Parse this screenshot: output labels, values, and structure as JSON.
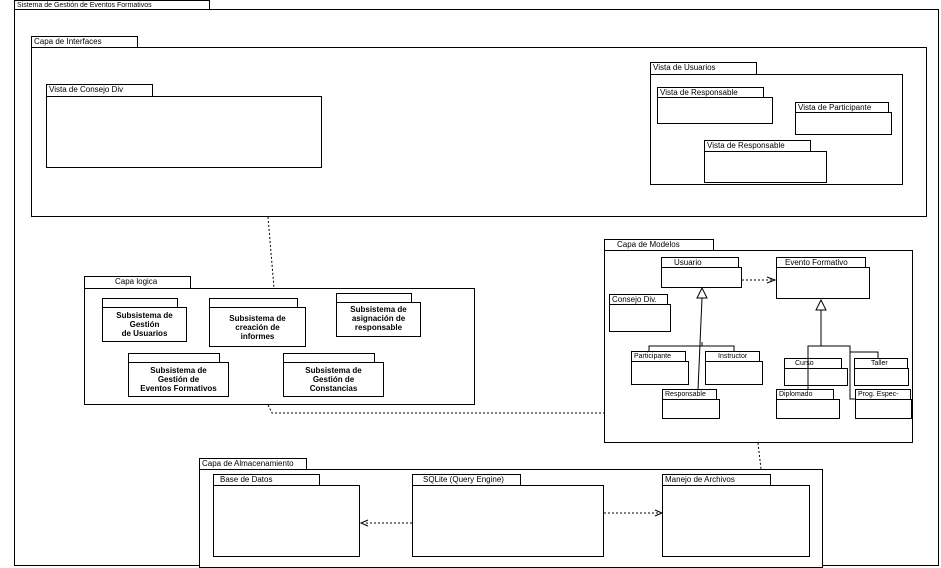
{
  "system": {
    "title": "Sistema de Gestión de  Eventos Formativos"
  },
  "interfaces": {
    "title": "Capa de Interfaces",
    "consejo": "Vista de Consejo Div",
    "usuarios": {
      "title": "Vista de Usuarios",
      "responsable_1": "Vista de Responsable",
      "participante": "Vista de Participante",
      "responsable_2": "Vista de Responsable"
    }
  },
  "logica": {
    "title": "Capa logica",
    "subsystems": {
      "usuarios": "Subsistema de\nGestión\nde Usuarios",
      "informes": "Subsistema de\ncreación de\ninformes",
      "asignacion": "Subsistema de\nasignación de\nresponsable",
      "eventos": "Subsistema de\nGestión de\nEventos Formativos",
      "constancias": "Subsistema de\nGestión de\nConstancias"
    }
  },
  "modelos": {
    "title": "Capa de Modelos",
    "usuario": "Usuario",
    "evento": "Evento Formativo",
    "consejo": "Consejo Div.",
    "participante": "Participante",
    "instructor": "Instructor",
    "responsable": "Responsable",
    "curso": "Curso",
    "taller": "Taller",
    "diplomado": "Diplomado",
    "prog": "Prog. Espec-"
  },
  "almacenamiento": {
    "title": "Capa de Almacenamiento",
    "bd": "Base de Datos",
    "sqlite": "SQLite (Query Engine)",
    "archivos": "Manejo de Archivos"
  }
}
